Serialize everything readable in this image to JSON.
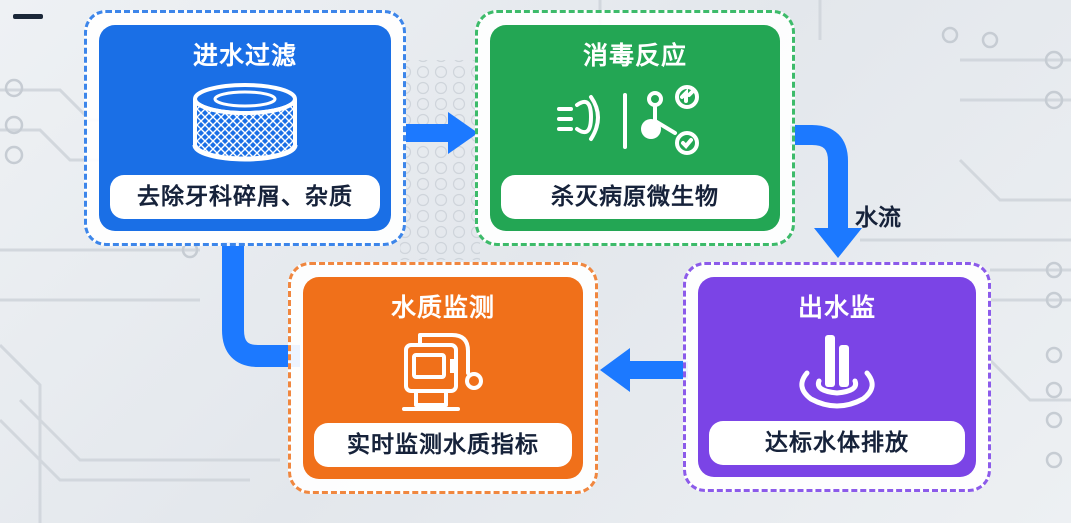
{
  "diagram": {
    "flow_label": "水流",
    "nodes": [
      {
        "id": "intake",
        "title": "进水过滤",
        "caption": "去除牙科碎屑、杂质",
        "color": "#1a6fe6",
        "border": "#3d86ea",
        "icon": "filter-cartridge-icon"
      },
      {
        "id": "disinfect",
        "title": "消毒反应",
        "caption": "杀灭病原微生物",
        "color": "#23a654",
        "border": "#3dbb6a",
        "icon": "disinfection-reaction-icon"
      },
      {
        "id": "outlet",
        "title": "出水监",
        "caption": "达标水体排放",
        "color": "#7b44e6",
        "border": "#8c5bea",
        "icon": "water-discharge-icon"
      },
      {
        "id": "monitor",
        "title": "水质监测",
        "caption": "实时监测水质指标",
        "color": "#f0701a",
        "border": "#f0873f",
        "icon": "water-quality-monitor-icon"
      }
    ],
    "edges": [
      {
        "from": "intake",
        "to": "disinfect"
      },
      {
        "from": "disinfect",
        "to": "outlet",
        "label": "水流"
      },
      {
        "from": "outlet",
        "to": "monitor"
      },
      {
        "from": "intake",
        "to": "monitor"
      }
    ]
  }
}
